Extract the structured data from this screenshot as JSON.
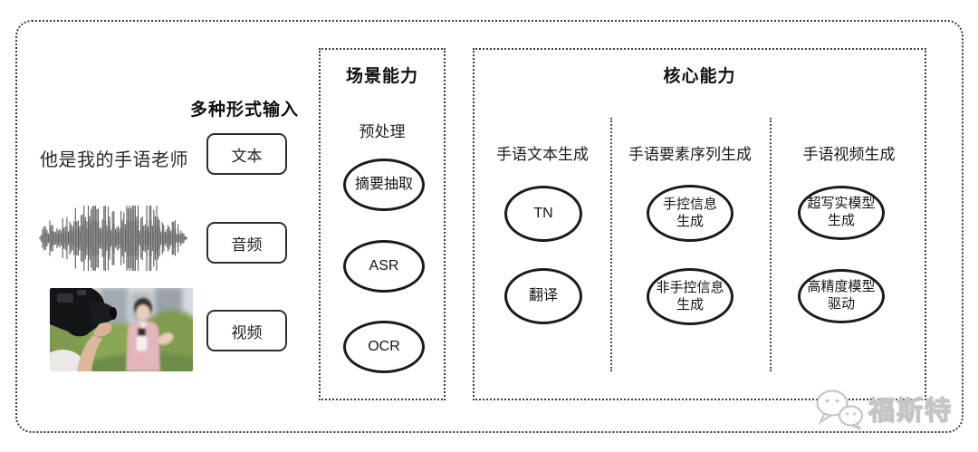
{
  "frame": {
    "background": "#ffffff",
    "line_color": "#3d3d3d"
  },
  "input_section": {
    "header": "多种形式输入",
    "sample_text": "他是我的手语老师",
    "buttons": [
      {
        "label": "文本"
      },
      {
        "label": "音频"
      },
      {
        "label": "视频"
      }
    ],
    "icons": {
      "waveform": "audio-waveform-icon",
      "photo": "reporter-filming-photo"
    }
  },
  "scene_box": {
    "title": "场景能力",
    "stage_label": "预处理",
    "nodes": [
      "摘要抽取",
      "ASR",
      "OCR"
    ]
  },
  "core_box": {
    "title": "核心能力",
    "columns": [
      {
        "header": "手语文本生成",
        "nodes": [
          "TN",
          "翻译"
        ]
      },
      {
        "header": "手语要素序列生成",
        "nodes": [
          "手控信息\n生成",
          "非手控信息\n生成"
        ]
      },
      {
        "header": "手语视频生成",
        "nodes": [
          "超写实模型\n生成",
          "高精度模型\n驱动"
        ]
      }
    ]
  },
  "watermark": {
    "icon": "wechat-icon",
    "brand": "福斯特",
    "color": "#c5c5c5"
  }
}
